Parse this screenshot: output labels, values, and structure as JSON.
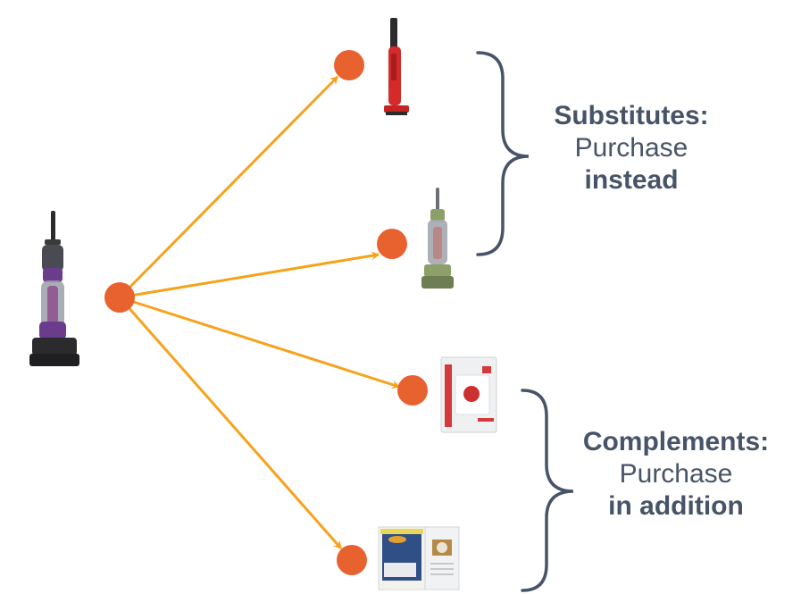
{
  "diagram": {
    "source_product": {
      "name": "upright-vacuum-purple",
      "icon": "upright-vacuum-icon"
    },
    "targets": [
      {
        "id": "n1",
        "product": "stick-vacuum-red",
        "icon": "stick-vacuum-icon",
        "group": "substitutes"
      },
      {
        "id": "n2",
        "product": "upright-vacuum-green",
        "icon": "upright-vacuum-icon",
        "group": "substitutes"
      },
      {
        "id": "n3",
        "product": "vacuum-bags-box",
        "icon": "bag-box-icon",
        "group": "complements"
      },
      {
        "id": "n4",
        "product": "vacuum-bags-pack",
        "icon": "bag-pack-icon",
        "group": "complements"
      }
    ],
    "groups": {
      "substitutes": {
        "title": "Substitutes:",
        "line1": "Purchase",
        "line2": "instead"
      },
      "complements": {
        "title": "Complements:",
        "line1": "Purchase",
        "line2": "in addition"
      }
    },
    "colors": {
      "node": "#E8622F",
      "arrow": "#F7A21B",
      "brace": "#475468",
      "text": "#475468"
    }
  }
}
